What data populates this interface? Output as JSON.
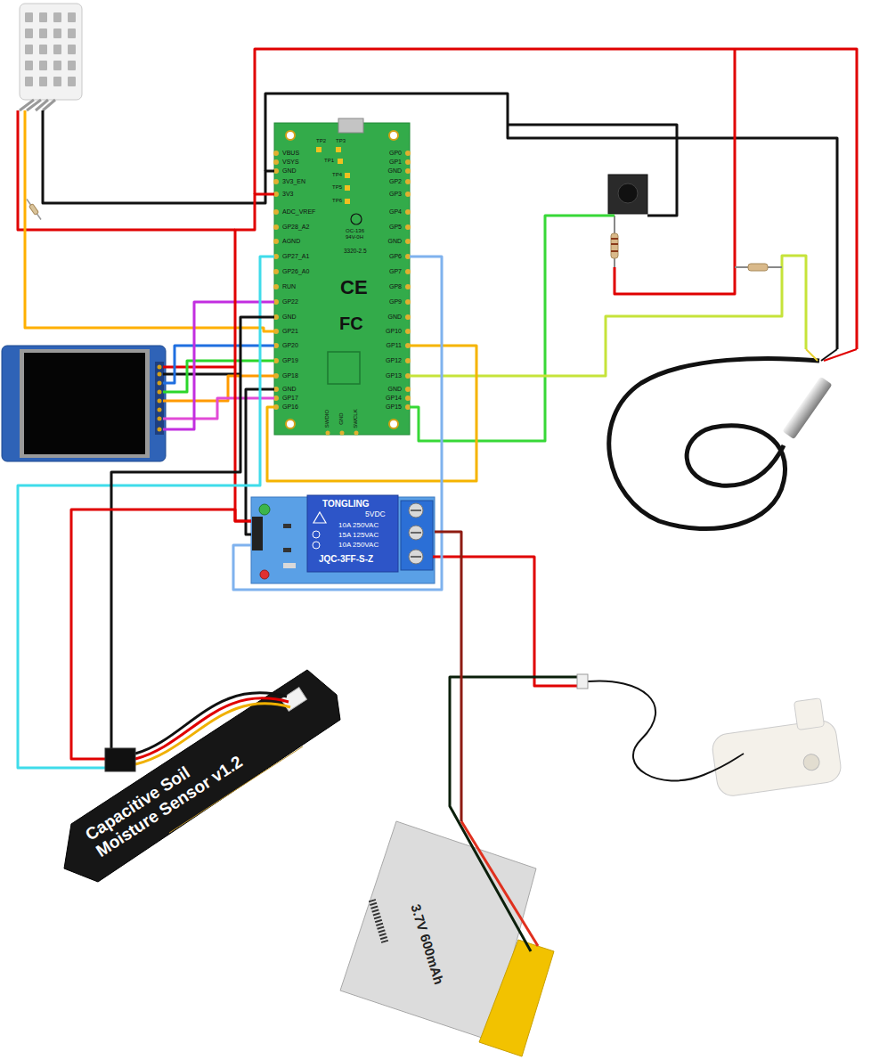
{
  "diagram": {
    "nodes": [
      {
        "text": [
          "OC-136 94V-0H",
          "3320-2.5",
          "CE",
          "FC"
        ]
      },
      {
        "text": [
          "TONGLING",
          "5VDC",
          "10A 250VAC",
          "15A 125VAC",
          "10A 250VAC",
          "JQC-3FF-S-Z"
        ]
      },
      {
        "text": [
          "Capacitive Soil Moisture Sensor v1.2"
        ]
      },
      {
        "text": [
          "3.7V 600mAh"
        ]
      }
    ],
    "edges": [
      {
        "from": 0,
        "to": 1,
        "arrow": "none"
      },
      {
        "from": 0,
        "to": 1,
        "arrow": "none"
      },
      {
        "from": 0,
        "to": 1,
        "arrow": "none"
      },
      {
        "from": 0,
        "to": 2,
        "arrow": "none"
      },
      {
        "from": 0,
        "to": 2,
        "arrow": "none"
      },
      {
        "from": 1,
        "to": 2,
        "arrow": "none"
      },
      {
        "from": 1,
        "to": 3,
        "arrow": "none"
      }
    ],
    "labels": [
      "VBUS",
      "VSYS",
      "GND",
      "3V3_EN",
      "3V3",
      "ADC_VREF",
      "GP28_A2",
      "AGND",
      "GP27_A1",
      "GP26_A0",
      "RUN",
      "GP22",
      "GND",
      "GP21",
      "GP20",
      "GP19",
      "GP18",
      "GND",
      "GP17",
      "GP16",
      "GP0",
      "GP1",
      "GND",
      "GP2",
      "GP3",
      "GP4",
      "GP5",
      "GND",
      "GP6",
      "GP7",
      "GP8",
      "GP9",
      "GND",
      "GP10",
      "GP11",
      "GP12",
      "GP13",
      "GND",
      "GP14",
      "GP15",
      "TP2",
      "TP3",
      "TP1",
      "TP4",
      "TP5",
      "TP6",
      "SWDIO",
      "GND",
      "SWCLK"
    ]
  }
}
